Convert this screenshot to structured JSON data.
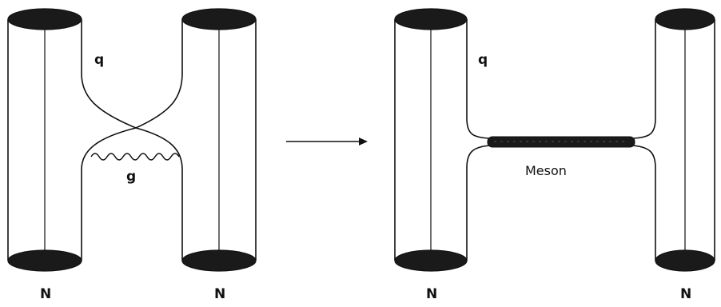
{
  "left_diagram": {
    "nucleon_label_left": "N",
    "nucleon_label_right": "N",
    "quark_label": "q",
    "gluon_label": "g"
  },
  "right_diagram": {
    "nucleon_label_left": "N",
    "nucleon_label_right": "N",
    "quark_label": "q",
    "meson_label": "Meson"
  },
  "icons": [
    "arrow-right-icon",
    "gluon-wavy-line-icon",
    "meson-flux-tube-icon"
  ]
}
